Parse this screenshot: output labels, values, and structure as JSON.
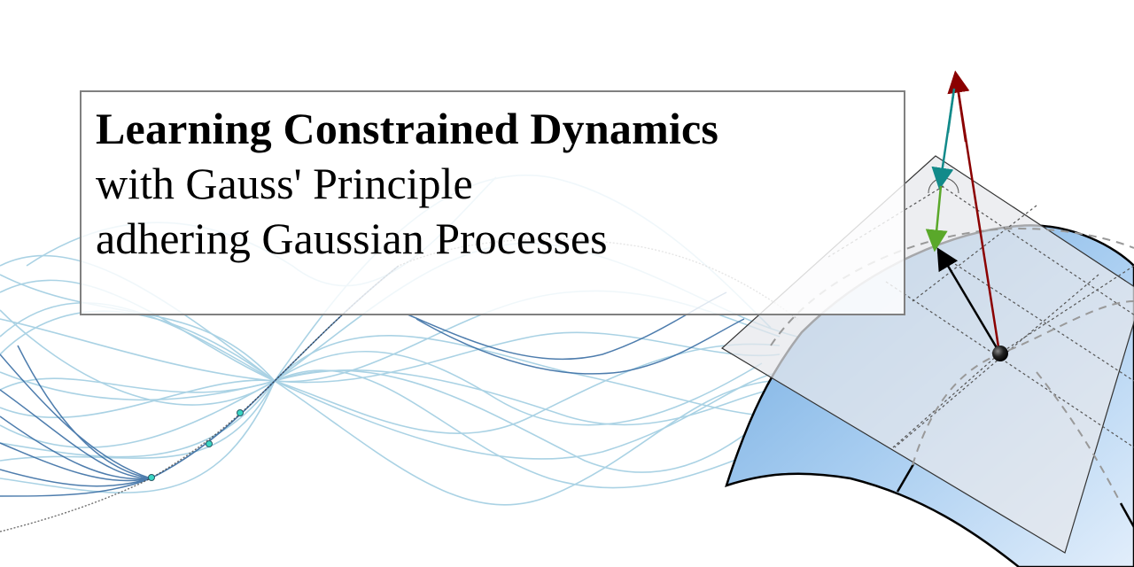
{
  "title": {
    "line1": "Learning Constrained Dynamics",
    "line2": "with Gauss' Principle",
    "line3": "adhering Gaussian Processes"
  },
  "illustration": {
    "left": "Gaussian process posterior sample curves",
    "right": "curved constraint manifold with tangent plane and force vectors"
  },
  "colors": {
    "gp_light": "#9ccbe0",
    "gp_dark": "#3b6fa5",
    "data_point": "#38d6c4",
    "manifold": "#86b8e6",
    "tangent_plane": "#e6e8ec",
    "arrow_red": "#8b0000",
    "arrow_teal": "#128a8a",
    "arrow_green": "#5aa82a",
    "arrow_black": "#000000"
  }
}
